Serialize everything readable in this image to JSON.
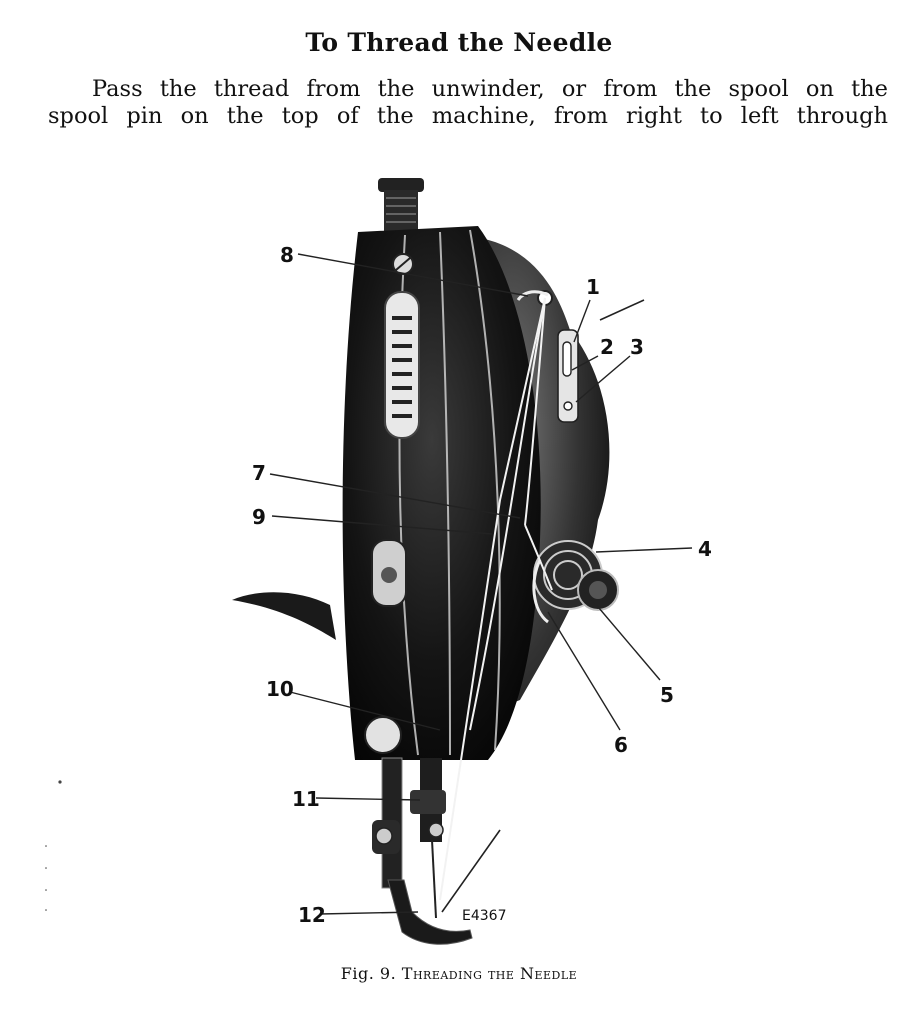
{
  "heading": "To Thread the Needle",
  "paragraph": {
    "line1": "Pass the thread from the unwinder, or from the spool on the",
    "line2": "spool pin on the top of the machine, from right to left through"
  },
  "figure": {
    "callouts": {
      "c1": "1",
      "c2": "2",
      "c3": "3",
      "c4": "4",
      "c5": "5",
      "c6": "6",
      "c7": "7",
      "c8": "8",
      "c9": "9",
      "c10": "10",
      "c11": "11",
      "c12": "12"
    },
    "code": "E4367",
    "caption_prefix": "Fig. 9.",
    "caption_title": "Threading the Needle"
  }
}
